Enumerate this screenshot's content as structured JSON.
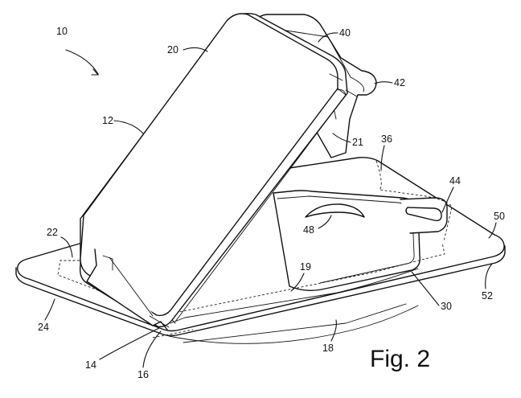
{
  "figure": {
    "label": "Fig. 2",
    "reference_numerals": {
      "n10": "10",
      "n20": "20",
      "n40": "40",
      "n42": "42",
      "n12": "12",
      "n21": "21",
      "n36": "36",
      "n44": "44",
      "n50": "50",
      "n22": "22",
      "n48": "48",
      "n19": "19",
      "n52": "52",
      "n30": "30",
      "n24": "24",
      "n18": "18",
      "n14": "14",
      "n16": "16"
    }
  }
}
